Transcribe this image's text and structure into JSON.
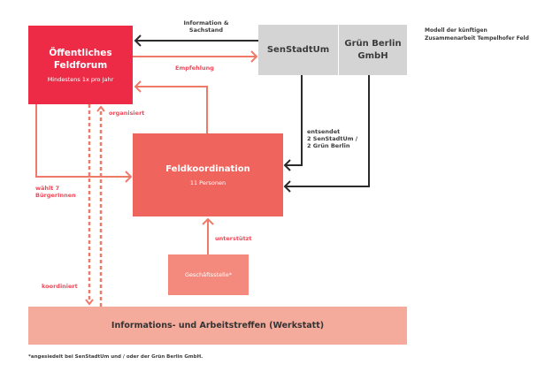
{
  "diagram": {
    "title_lines": [
      "Modell der künftigen",
      "Zusammenarbeit Tempelhofer Feld"
    ],
    "nodes": {
      "forum": {
        "title_lines": [
          "Öffentliches",
          "Feldforum"
        ],
        "subtitle": "Mindestens 1x pro Jahr",
        "color": "#ee2b47"
      },
      "senstadtum": {
        "title": "SenStadtUm",
        "color": "#d4d4d4"
      },
      "gruen_berlin": {
        "title_lines": [
          "Grün Berlin",
          "GmbH"
        ],
        "color": "#d4d4d4"
      },
      "feldkoordination": {
        "title": "Feldkoordination",
        "subtitle": "11 Personen",
        "color": "#f0645e"
      },
      "geschaeftsstelle": {
        "title": "Geschäftsstelle*",
        "color": "#f38a7d"
      },
      "werkstatt": {
        "title": "Informations- und Arbeitstreffen (Werkstatt)",
        "color": "#f5ab9c"
      }
    },
    "edges": {
      "information": {
        "lines": [
          "Information &",
          "Sachstand"
        ],
        "from": "SenStadtUm",
        "to": "Öffentliches Feldforum"
      },
      "empfehlung": {
        "label": "Empfehlung",
        "from": "Öffentliches Feldforum",
        "to": "SenStadtUm"
      },
      "organisiert": {
        "label": "organisiert",
        "from": "Informations- und Arbeitstreffen (Werkstatt)",
        "to": "Öffentliches Feldforum"
      },
      "waehlt": {
        "lines": [
          "wählt 7",
          "BürgerInnen"
        ],
        "from": "Öffentliches Feldforum",
        "to": "Feldkoordination"
      },
      "entsendet": {
        "lines": [
          "entsendet",
          "2 SenStadtUm /",
          "2 Grün Berlin"
        ],
        "from": "SenStadtUm / Grün Berlin GmbH",
        "to": "Feldkoordination"
      },
      "unterstuetzt": {
        "label": "unterstützt",
        "from": "Geschäftsstelle*",
        "to": "Feldkoordination"
      },
      "koordiniert": {
        "label": "koordiniert",
        "from": "Öffentliches Feldforum",
        "to": "Informations- und Arbeitstreffen (Werkstatt)"
      }
    },
    "colors": {
      "dark_line": "#2b2b2b",
      "salmon_line": "#f07a6a",
      "label_red": "#ee4a5a"
    },
    "footnote": "*angesiedelt bei SenStadtUm und / oder der Grün Berlin GmbH."
  }
}
